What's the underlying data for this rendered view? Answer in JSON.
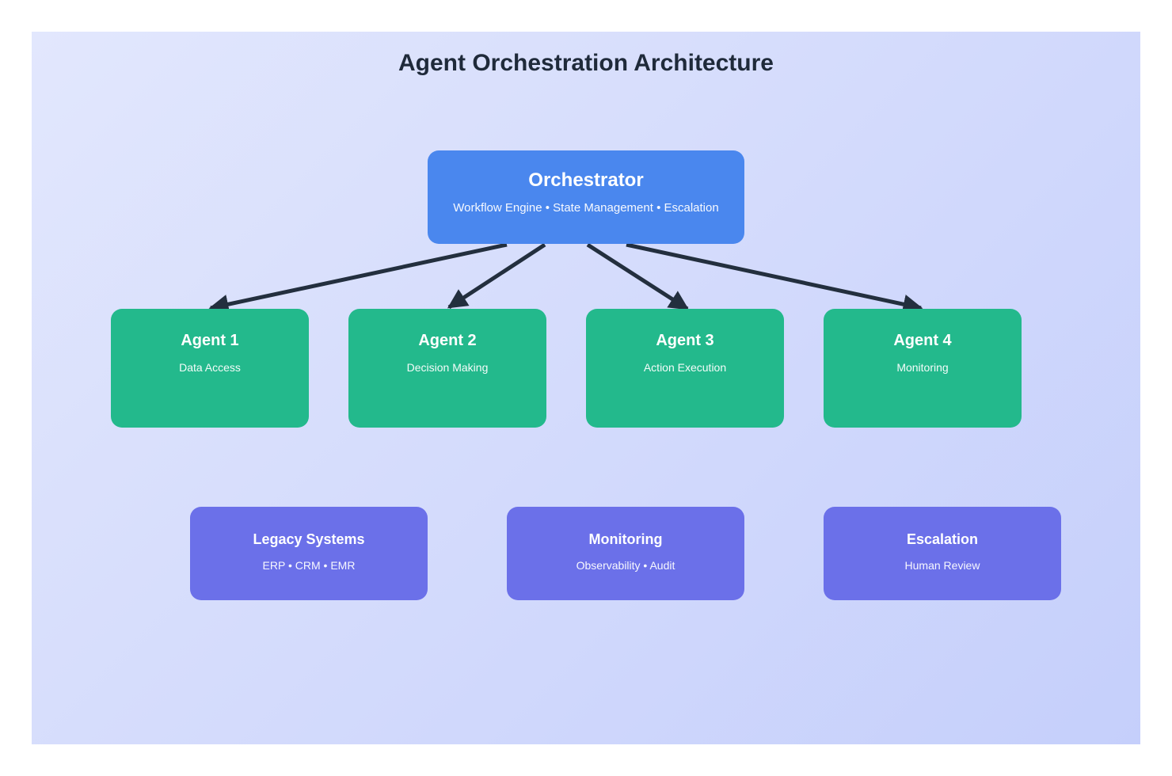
{
  "title": "Agent Orchestration Architecture",
  "colors": {
    "canvas_gradient_start": "#e2e7fd",
    "canvas_gradient_end": "#c5cffb",
    "orchestrator_fill": "#4a87ee",
    "agent_fill": "#23b98c",
    "system_fill": "#6b70e9",
    "arrow": "#232f3e",
    "title_text": "#1f2a3a",
    "node_text": "#ffffff"
  },
  "orchestrator": {
    "title": "Orchestrator",
    "subtitle": "Workflow Engine • State Management • Escalation"
  },
  "agents": [
    {
      "title": "Agent 1",
      "subtitle": "Data Access"
    },
    {
      "title": "Agent 2",
      "subtitle": "Decision Making"
    },
    {
      "title": "Agent 3",
      "subtitle": "Action Execution"
    },
    {
      "title": "Agent 4",
      "subtitle": "Monitoring"
    }
  ],
  "systems": [
    {
      "title": "Legacy Systems",
      "subtitle": "ERP • CRM • EMR"
    },
    {
      "title": "Monitoring",
      "subtitle": "Observability • Audit"
    },
    {
      "title": "Escalation",
      "subtitle": "Human Review"
    }
  ]
}
